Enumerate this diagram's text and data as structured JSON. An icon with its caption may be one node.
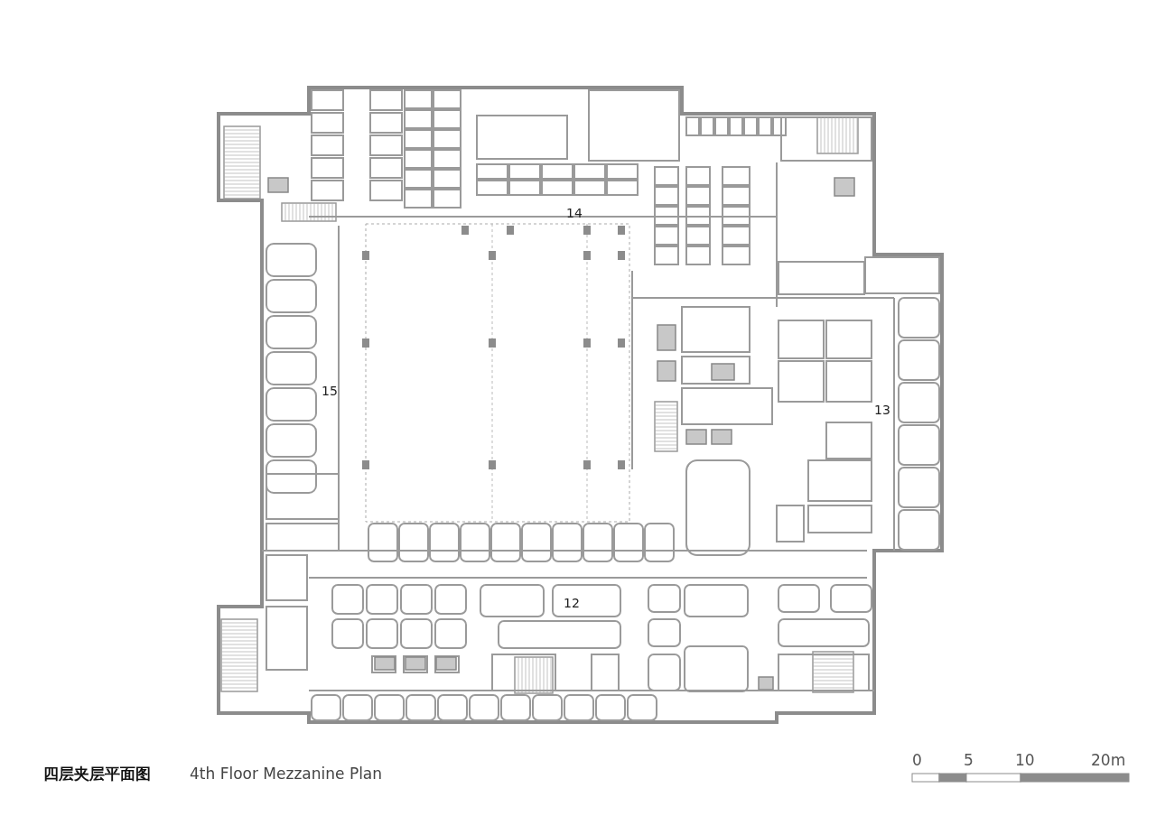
{
  "diagram": {
    "title": "四层夹层平面图",
    "caption": "4th Floor Mezzanine Plan",
    "labels": [
      "14",
      "15",
      "13",
      "12",
      "0",
      "5",
      "10",
      "20m"
    ]
  }
}
